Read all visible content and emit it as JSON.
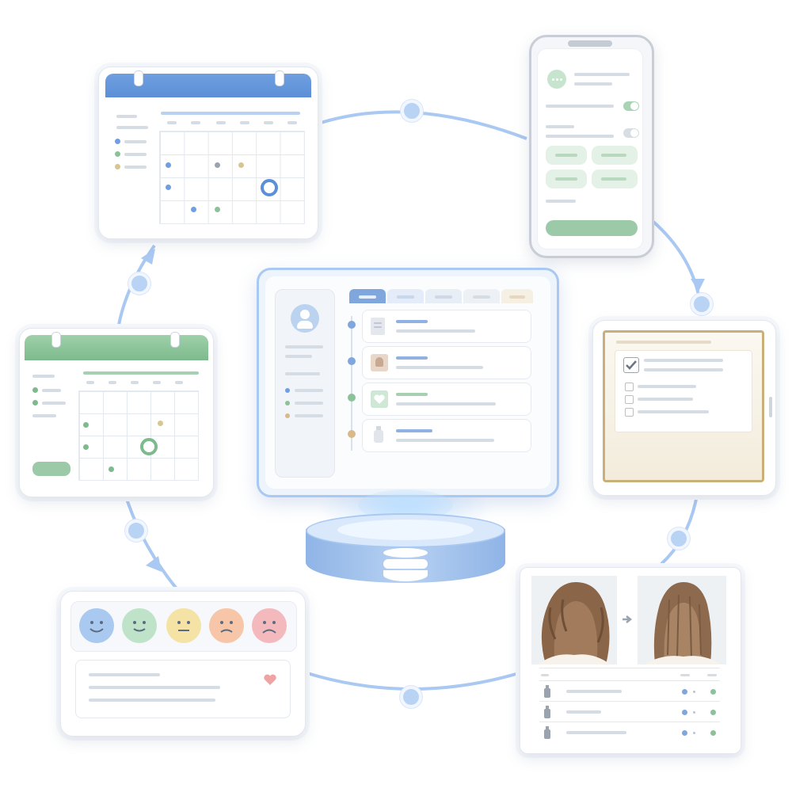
{
  "diagram": {
    "hub_icon": "database-icon",
    "connector_color": "#a9c8f2",
    "node_color": "#b9d3f5",
    "center_card": {
      "avatar_icon": "user-avatar-icon",
      "tabs": 5,
      "timeline_items": [
        {
          "icon": "document-icon",
          "color": "#7fa7de"
        },
        {
          "icon": "person-photo-icon",
          "color": "#7fa7de"
        },
        {
          "icon": "heart-icon",
          "color": "#8cc29a"
        },
        {
          "icon": "bottle-icon",
          "color": "#d9b98a"
        }
      ]
    },
    "cards": [
      {
        "id": "calendar-blue",
        "accent": "#5b8fd6",
        "icon": "calendar-icon"
      },
      {
        "id": "mobile-settings",
        "accent": "#8cc29a",
        "icon": "chat-bubble-icon"
      },
      {
        "id": "tablet-checklist",
        "accent": "#c9b07a",
        "icon": "checkbox-icon"
      },
      {
        "id": "before-after-photos",
        "accent": "#8fb7e8",
        "icon": "arrow-right-icon"
      },
      {
        "id": "feedback-smileys",
        "accent": "#f0a3a3",
        "icon": "heart-icon"
      },
      {
        "id": "calendar-green",
        "accent": "#7dba8c",
        "icon": "calendar-icon"
      }
    ],
    "smileys": [
      {
        "mood": "very-happy",
        "color": "#a9c9f0"
      },
      {
        "mood": "happy",
        "color": "#bfe3c8"
      },
      {
        "mood": "neutral",
        "color": "#f5e3a6"
      },
      {
        "mood": "sad",
        "color": "#f7c6a8"
      },
      {
        "mood": "very-sad",
        "color": "#f4b9bd"
      }
    ]
  }
}
